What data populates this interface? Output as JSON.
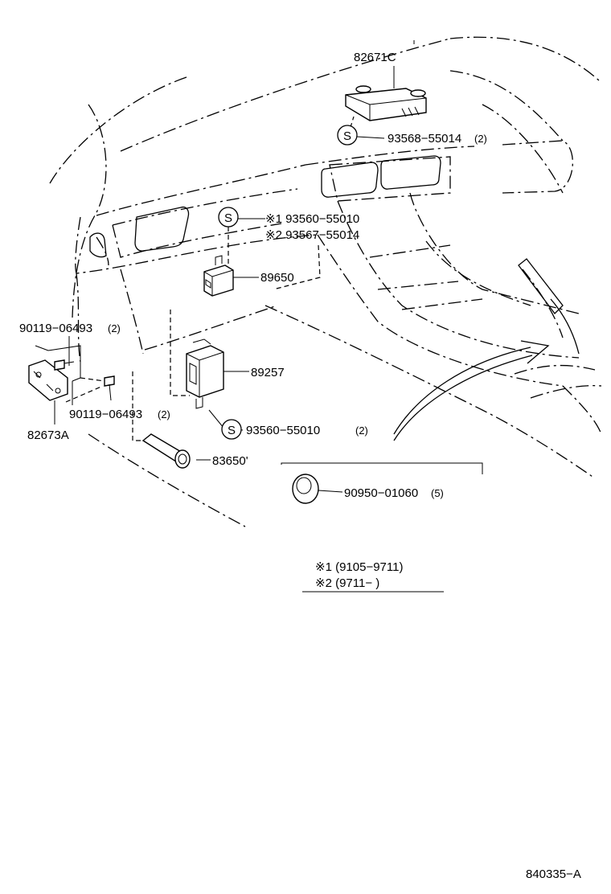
{
  "callouts": {
    "part_82671c": "82671C",
    "screw_93568_num": "93568−55014",
    "screw_93568_qty": "(2)",
    "s_mark": "S",
    "note1_screw": "※1 93560−55010",
    "note2_screw": "※2 93567−55014",
    "part_89650": "89650",
    "bolt_upper_num": "90119−06493",
    "bolt_upper_qty": "(2)",
    "part_89257": "89257",
    "bolt_lower_num": "90119−06493",
    "bolt_lower_qty": "(2)",
    "screw_93560_num": "93560−55010",
    "screw_93560_qty": "(2)",
    "part_82673a": "82673A",
    "part_83650": "83650'",
    "plug_num": "90950−01060",
    "plug_qty": "(5)"
  },
  "legend": {
    "note1": "※1  (9105−9711)",
    "note2": "※2  (9711−        )"
  },
  "drawing_id": "840335−A"
}
